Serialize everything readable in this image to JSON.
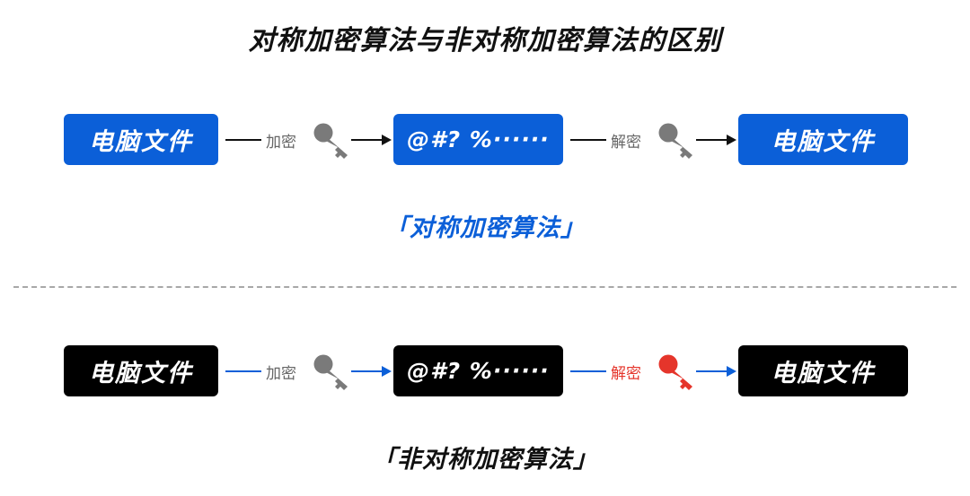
{
  "title": "对称加密算法与非对称加密算法的区别",
  "colors": {
    "blue": "#0b5fd8",
    "black": "#000000",
    "red": "#e5352b",
    "gray_key": "#7a7a7a"
  },
  "symmetric": {
    "source": "电脑文件",
    "encrypt_label": "加密",
    "cipher": "@#? %······",
    "decrypt_label": "解密",
    "result": "电脑文件",
    "caption": "「对称加密算法」",
    "encrypt_key": "gray-key-icon",
    "decrypt_key": "gray-key-icon"
  },
  "asymmetric": {
    "source": "电脑文件",
    "encrypt_label": "加密",
    "cipher": "@#? %······",
    "decrypt_label": "解密",
    "result": "电脑文件",
    "caption": "「非对称加密算法」",
    "encrypt_key": "gray-key-icon",
    "decrypt_key": "red-key-icon"
  }
}
